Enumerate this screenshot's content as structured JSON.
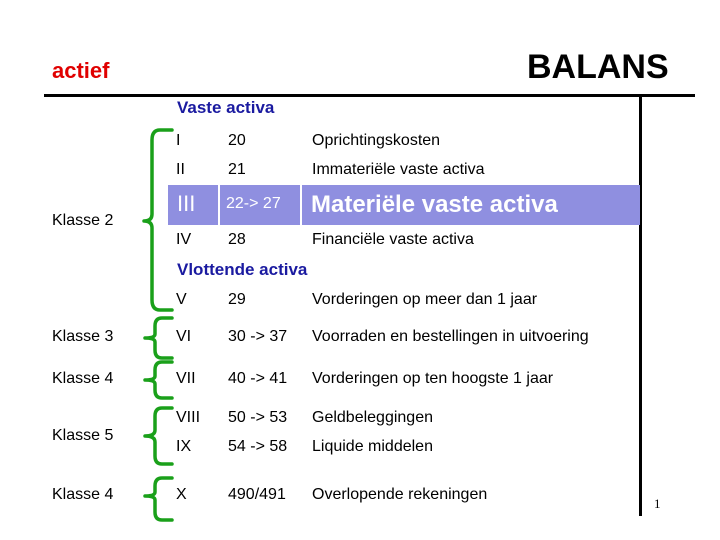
{
  "header": {
    "left_title": "actief",
    "right_title": "BALANS"
  },
  "sections": {
    "fixed": "Vaste activa",
    "current": "Vlottende activa"
  },
  "rows": [
    {
      "roman": "I",
      "code": "20",
      "description": "Oprichtingskosten"
    },
    {
      "roman": "II",
      "code": "21",
      "description": "Immateriële vaste activa"
    },
    {
      "roman": "III",
      "code": "22-> 27",
      "description": "Materiële vaste activa",
      "highlighted": true
    },
    {
      "roman": "IV",
      "code": "28",
      "description": "Financiële vaste activa"
    },
    {
      "roman": "V",
      "code": "29",
      "description": "Vorderingen op meer dan 1 jaar"
    },
    {
      "roman": "VI",
      "code": "30 -> 37",
      "description": "Voorraden en bestellingen in uitvoering"
    },
    {
      "roman": "VII",
      "code": "40 -> 41",
      "description": "Vorderingen op ten hoogste 1 jaar"
    },
    {
      "roman": "VIII",
      "code": "50 -> 53",
      "description": "Geldbeleggingen"
    },
    {
      "roman": "IX",
      "code": "54 -> 58",
      "description": "Liquide middelen"
    },
    {
      "roman": "X",
      "code": "490/491",
      "description": "Overlopende rekeningen"
    }
  ],
  "groups": [
    {
      "label": "Klasse 2"
    },
    {
      "label": "Klasse 3"
    },
    {
      "label": "Klasse 4"
    },
    {
      "label": "Klasse 5"
    },
    {
      "label": "Klasse 4"
    }
  ],
  "page_number": "1",
  "colors": {
    "title_red": "#e00000",
    "section_blue": "#1a1aa0",
    "highlight": "#8f8fe0",
    "bracket_green": "#1aa01a"
  }
}
